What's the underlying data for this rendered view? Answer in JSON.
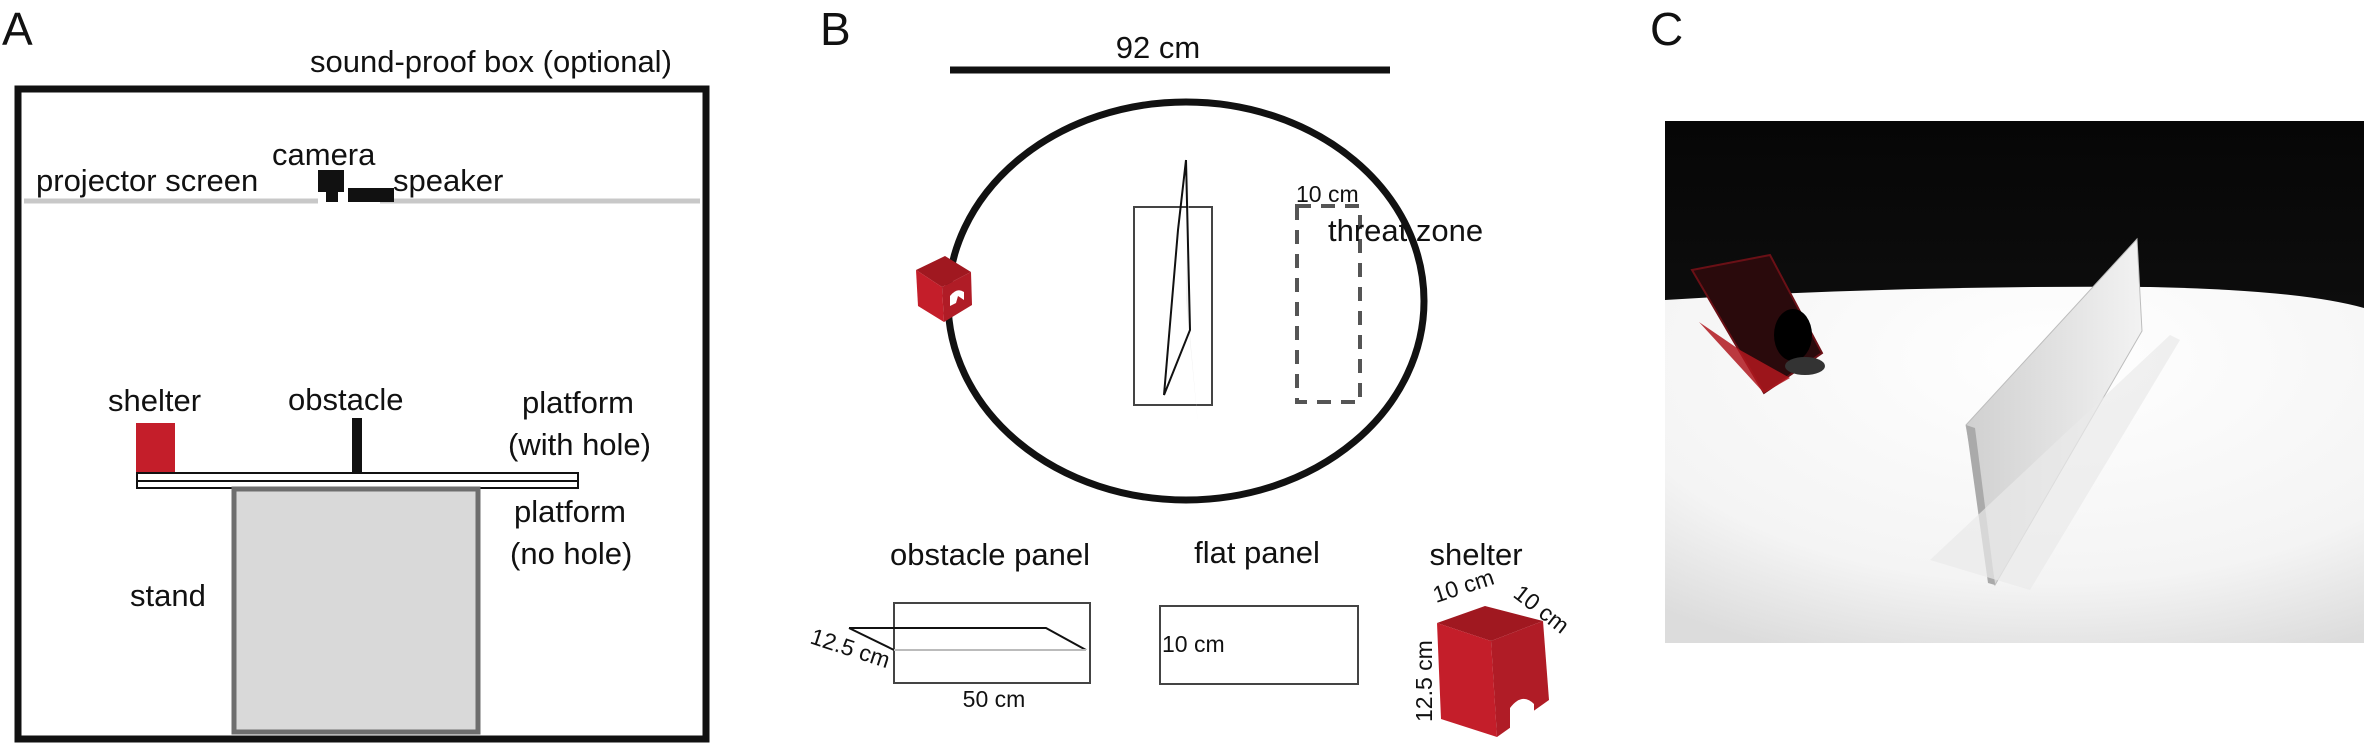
{
  "colors": {
    "shelter_red": "#c41e2a",
    "stand_gray": "#d9d9d9",
    "screen_gray": "#c8c8c8",
    "ink": "#111111"
  },
  "panel_a": {
    "letter": "A",
    "box_label": "sound-proof box (optional)",
    "camera": "camera",
    "projector_screen": "projector screen",
    "speaker": "speaker",
    "shelter": "shelter",
    "obstacle": "obstacle",
    "platform_hole_line1": "platform",
    "platform_hole_line2": "(with hole)",
    "platform_nohole_line1": "platform",
    "platform_nohole_line2": "(no hole)",
    "stand": "stand"
  },
  "panel_b": {
    "letter": "B",
    "diameter": "92 cm",
    "threat_zone_size": "10 cm",
    "threat_zone": "threat zone",
    "obstacle_panel": "obstacle panel",
    "obstacle_height": "12.5 cm",
    "obstacle_length": "50 cm",
    "flat_panel": "flat panel",
    "flat_panel_dim": "10 cm",
    "shelter": "shelter",
    "shelter_w": "10 cm",
    "shelter_d": "10 cm",
    "shelter_h": "12.5 cm"
  },
  "panel_c": {
    "letter": "C",
    "photo_icon": "arena-photo-icon"
  }
}
